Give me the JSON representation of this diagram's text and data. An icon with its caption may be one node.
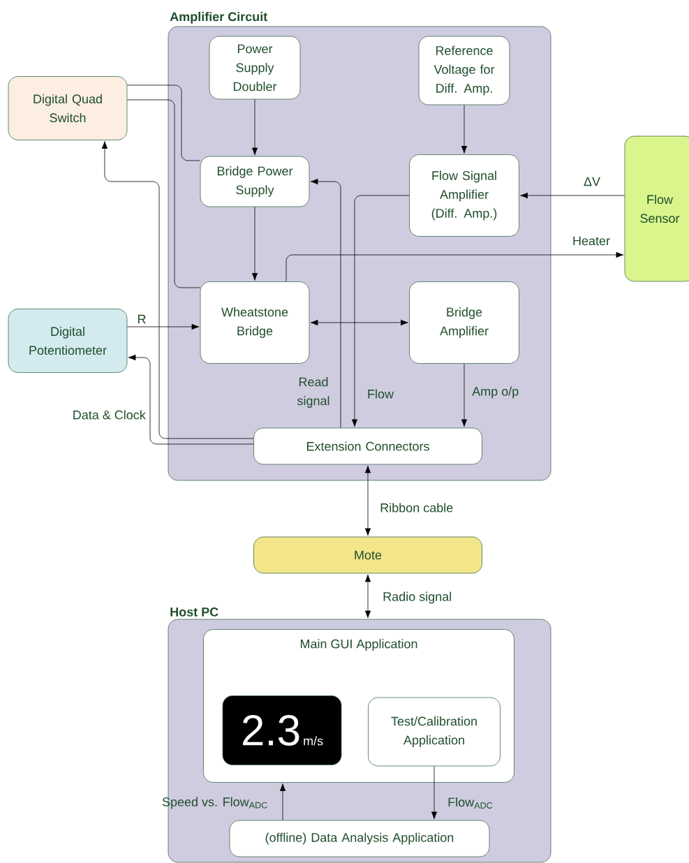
{
  "diagram": {
    "nodes": [
      {
        "text": [
          "Amplifier Circuit"
        ]
      },
      {
        "text": [
          "Power Supply Doubler"
        ],
        "in": 0
      },
      {
        "text": [
          "Reference Voltage for Diff. Amp."
        ],
        "in": 0
      },
      {
        "text": [
          "Digital Quad Switch"
        ]
      },
      {
        "text": [
          "Bridge Power Supply"
        ],
        "in": 0
      },
      {
        "text": [
          "Flow Signal Amplifier (Diff. Amp.)"
        ],
        "in": 0
      },
      {
        "text": [
          "Flow Sensor"
        ]
      },
      {
        "text": [
          "Digital Potentiometer"
        ]
      },
      {
        "text": [
          "Wheatstone Bridge"
        ],
        "in": 0
      },
      {
        "text": [
          "Bridge Amplifier"
        ],
        "in": 0
      },
      {
        "text": [
          "Extension Connectors"
        ],
        "in": 0
      },
      {
        "text": [
          "Mote"
        ]
      },
      {
        "text": [
          "Host PC"
        ]
      },
      {
        "text": [
          "Main GUI Application"
        ],
        "in": 12
      },
      {
        "text": [
          "2.3",
          "m/s"
        ],
        "in": 13
      },
      {
        "text": [
          "Test/Calibration Application"
        ],
        "in": 13
      },
      {
        "text": [
          "(offline) Data Analysis Application"
        ],
        "in": 12
      }
    ],
    "edges": [
      {
        "from": 1,
        "to": 4,
        "arrow": "to"
      },
      {
        "from": 2,
        "to": 5,
        "arrow": "to"
      },
      {
        "from": 4,
        "to": 8,
        "arrow": "to"
      },
      {
        "from": 3,
        "to": 4,
        "arrow": "none"
      },
      {
        "from": 3,
        "to": 8,
        "arrow": "none"
      },
      {
        "from": 10,
        "to": 3,
        "arrow": "to"
      },
      {
        "from": 10,
        "to": 7,
        "arrow": "to",
        "label": "Data & Clock"
      },
      {
        "from": 7,
        "to": 8,
        "arrow": "to",
        "label": "R"
      },
      {
        "from": 6,
        "to": 5,
        "arrow": "to",
        "label": "ΔV"
      },
      {
        "from": 8,
        "to": 6,
        "arrow": "to",
        "label": "Heater"
      },
      {
        "from": 8,
        "to": 9,
        "arrow": "both"
      },
      {
        "from": 10,
        "to": 4,
        "arrow": "to",
        "label": "Read signal"
      },
      {
        "from": 5,
        "to": 10,
        "arrow": "to",
        "label": "Flow"
      },
      {
        "from": 9,
        "to": 10,
        "arrow": "to",
        "label": "Amp o/p"
      },
      {
        "from": 10,
        "to": 11,
        "arrow": "both",
        "label": "Ribbon cable"
      },
      {
        "from": 11,
        "to": 12,
        "arrow": "both",
        "label": "Radio signal"
      },
      {
        "from": 16,
        "to": 13,
        "arrow": "to",
        "label": "Speed vs. Flow$_{ADC}$"
      },
      {
        "from": 15,
        "to": 16,
        "arrow": "to",
        "label": "Flow$_{ADC}$"
      }
    ]
  }
}
